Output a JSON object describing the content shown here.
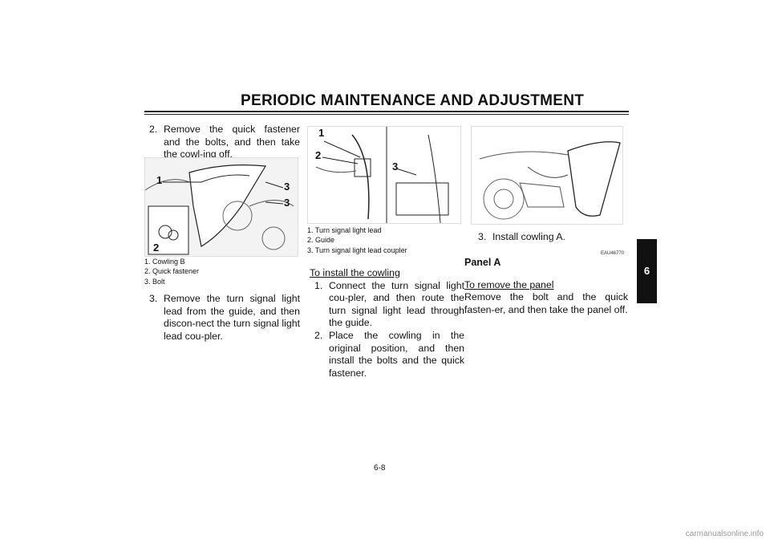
{
  "header": {
    "title": "PERIODIC MAINTENANCE AND ADJUSTMENT",
    "chapter_tab": "6"
  },
  "col1": {
    "step2_num": "2.",
    "step2_text": "Remove the quick fastener and the bolts, and then take the cowl-ing off.",
    "figure_callouts": [
      "1",
      "3",
      "3",
      "2"
    ],
    "captions": [
      "1.  Cowling B",
      "2.  Quick fastener",
      "3.  Bolt"
    ],
    "step3_num": "3.",
    "step3_text": "Remove the turn signal light lead from the guide, and then discon-nect the turn signal light lead cou-pler."
  },
  "col2": {
    "figure_callouts": [
      "1",
      "2",
      "3"
    ],
    "captions": [
      "1.  Turn signal light lead",
      "2.  Guide",
      "3.  Turn signal light lead coupler"
    ],
    "subheading": "To install the cowling",
    "step1_num": "1.",
    "step1_text": "Connect the turn signal light cou-pler, and then route the turn signal light lead through the guide.",
    "step2_num": "2.",
    "step2_text": "Place the cowling in the original position, and then install the bolts and the quick fastener."
  },
  "col3": {
    "step3_num": "3.",
    "step3_text": "Install cowling A.",
    "code": "EAU46770",
    "heading": "Panel A",
    "subheading": "To remove the panel",
    "body": "Remove the bolt and the quick fasten-er, and then take the panel off."
  },
  "page_number": "6-8",
  "footer": "carmanualsonline.info"
}
